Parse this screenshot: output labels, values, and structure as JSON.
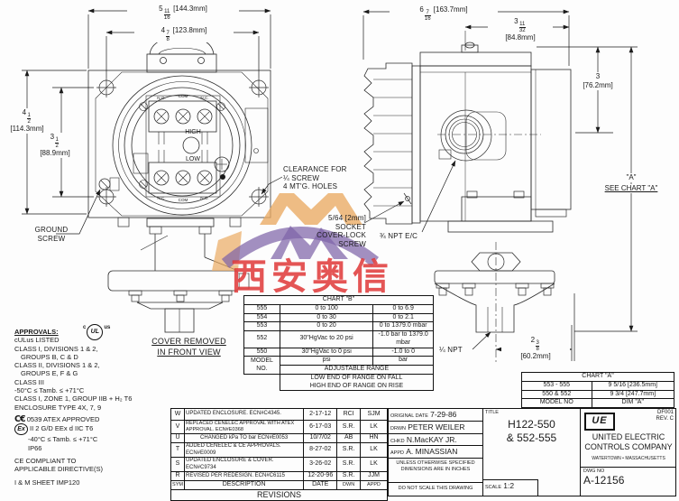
{
  "watermark": {
    "text": "西安奥信",
    "orange": "#e9a961",
    "purple": "#7e64a8",
    "red": "#de3030"
  },
  "views": {
    "front_caption_1": "COVER REMOVED",
    "front_caption_2": "IN FRONT VIEW",
    "terminals_top": [
      "N.O.",
      "COM",
      "N.C."
    ],
    "terminals_bottom": [
      "N.C.",
      "COM",
      "N.O."
    ],
    "high": "HIGH",
    "low": "LOW"
  },
  "dims": {
    "front_w1": {
      "whole": "5",
      "num": "11",
      "den": "16",
      "mm": "[144.3mm]"
    },
    "front_w2": {
      "whole": "4",
      "num": "7",
      "den": "8",
      "mm": "[123.8mm]"
    },
    "front_h1": {
      "whole": "4",
      "num": "1",
      "den": "2",
      "mm": "[114.3mm]"
    },
    "front_h2": {
      "whole": "3",
      "num": "1",
      "den": "2",
      "mm": "[88.9mm]"
    },
    "side_w1": {
      "whole": "6",
      "num": "7",
      "den": "16",
      "mm": "[163.7mm]"
    },
    "side_w2": {
      "whole": "3",
      "num": "11",
      "den": "32",
      "mm": "[84.8mm]"
    },
    "side_h": {
      "whole": "3",
      "mm": "[76.2mm]"
    },
    "port": {
      "whole": "2",
      "num": "3",
      "den": "8",
      "mm": "[60.2mm]"
    },
    "a_label": "\"A\"",
    "see_chart": "SEE CHART \"A\""
  },
  "callouts": {
    "ground_1": "GROUND",
    "ground_2": "SCREW",
    "clearance_1": "CLEARANCE FOR",
    "clearance_2": "¼ SCREW",
    "clearance_3": "4 MT'G. HOLES",
    "socket_1": "5/64 [2mm]",
    "socket_2": "SOCKET",
    "socket_3": "COVER-LOCK",
    "socket_4": "SCREW",
    "npt_ec": "¾ NPT E/C",
    "npt": "¼ NPT"
  },
  "approvals": {
    "title": "APPROVALS:",
    "ul_c": "c",
    "ul": "UL",
    "ul_us": "us",
    "lines": [
      "cULus LISTED",
      "CLASS I, DIVISIONS 1 & 2,",
      "GROUPS B, C & D",
      "CLASS II, DIVISIONS 1 & 2,",
      "GROUPS E, F & G",
      "CLASS III",
      "-50°C ≤ Tamb. ≤ +71°C",
      "CLASS I, ZONE 1, GROUP IIB + H₂ T6",
      "ENCLOSURE TYPE 4X, 7, 9"
    ],
    "ce_mark": "C€",
    "ce_text": "0539 ATEX APPROVED",
    "ex_mark": "Ex",
    "ex_text": "II 2 G/D EEx d IIC T6",
    "temp2": "-40°C ≤ Tamb. ≤ +71°C",
    "ip": "IP66",
    "ce_comp_1": "CE COMPLIANT TO",
    "ce_comp_2": "APPLICABLE DIRECTIVE(S)",
    "im": "I & M SHEET IMP120"
  },
  "chart_b": {
    "title": "CHART \"B\"",
    "rows": [
      {
        "model": "555",
        "psi": "0 to 100",
        "bar": "0 to 6.9"
      },
      {
        "model": "554",
        "psi": "0 to 30",
        "bar": "0 to 2.1"
      },
      {
        "model": "553",
        "psi": "0 to 20",
        "bar": "0 to 1379.0 mbar"
      },
      {
        "model": "552",
        "psi": "30\"HgVac to 20 psi",
        "bar": "-1.0 bar to 1379.0 mbar"
      },
      {
        "model": "550",
        "psi": "30\"HgVac to 0 psi",
        "bar": "-1.0 to 0"
      }
    ],
    "model_label": "MODEL NO.",
    "psi_label": "psi",
    "bar_label": "bar",
    "adjustable": "ADJUSTABLE RANGE",
    "note_1": "LOW END OF RANGE ON FALL",
    "note_2": "HIGH END OF RANGE ON RISE"
  },
  "chart_a": {
    "title": "CHART \"A\"",
    "rows": [
      {
        "model": "553 - 555",
        "dim": "9 5/16 [236.5mm]"
      },
      {
        "model": "550 & 552",
        "dim": "9 3/4 [247.7mm]"
      }
    ],
    "model_label": "MODEL NO",
    "dim_label": "DIM \"A\""
  },
  "revisions": {
    "title": "REVISIONS",
    "header": {
      "sym": "SYM",
      "desc": "DESCRIPTION",
      "date": "DATE",
      "dwn": "DWN",
      "appd": "APPD"
    },
    "rows": [
      {
        "sym": "W",
        "desc": "UPDATED ENCLOSURE.  ECN#C4345.",
        "date": "2-17-12",
        "dwn": "RCI",
        "appd": "SJM"
      },
      {
        "sym": "V",
        "desc": "REPLACED CENELEC APPROVAL WITH ATEX APPROVAL.  ECN#E0368",
        "date": "6-17-03",
        "dwn": "S.R.",
        "appd": "LK"
      },
      {
        "sym": "U",
        "desc": "CHANGED kPa TO bar   ECN#E0053",
        "date": "10/7/02",
        "dwn": "AB",
        "appd": "HN"
      },
      {
        "sym": "T",
        "desc": "ADDED CENELEC & CE APPROVALS. ECN#E0009",
        "date": "8-27-02",
        "dwn": "S.R.",
        "appd": "LK"
      },
      {
        "sym": "S",
        "desc": "UPDATED ENCLOSURE & COVER. ECN#C9734",
        "date": "3-26-02",
        "dwn": "S.R.",
        "appd": "LK"
      },
      {
        "sym": "R",
        "desc": "REVISED PER REDESIGN.  ECN#C6115",
        "date": "12-20-96",
        "dwn": "S.R.",
        "appd": "JJM"
      }
    ]
  },
  "title_block": {
    "original_date_label": "ORIGINAL DATE",
    "original_date": "7-29-86",
    "drwn_label": "DRWN",
    "drwn": "PETER WEILER",
    "chkd_label": "CHKD",
    "chkd": "N.MacKAY JR.",
    "appd_label": "APPD",
    "appd": "A. MINASSIAN",
    "note_1": "UNLESS OTHERWISE SPECIFIED",
    "note_2": "DIMENSIONS ARE IN INCHES",
    "do_not_scale": "DO NOT SCALE THIS DRAWING",
    "title_label": "TITLE",
    "title_1": "H122-550",
    "title_2": "& 552-555",
    "scale_label": "SCALE",
    "scale": "1:2",
    "logo": "UE",
    "doc": "DF001",
    "rev": "REV. C",
    "company_1": "UNITED ELECTRIC",
    "company_2": "CONTROLS COMPANY",
    "location": "WATERTOWN • MASSACHUSETTS",
    "dwg_label": "DWG NO",
    "dwg_no": "A-12156"
  }
}
